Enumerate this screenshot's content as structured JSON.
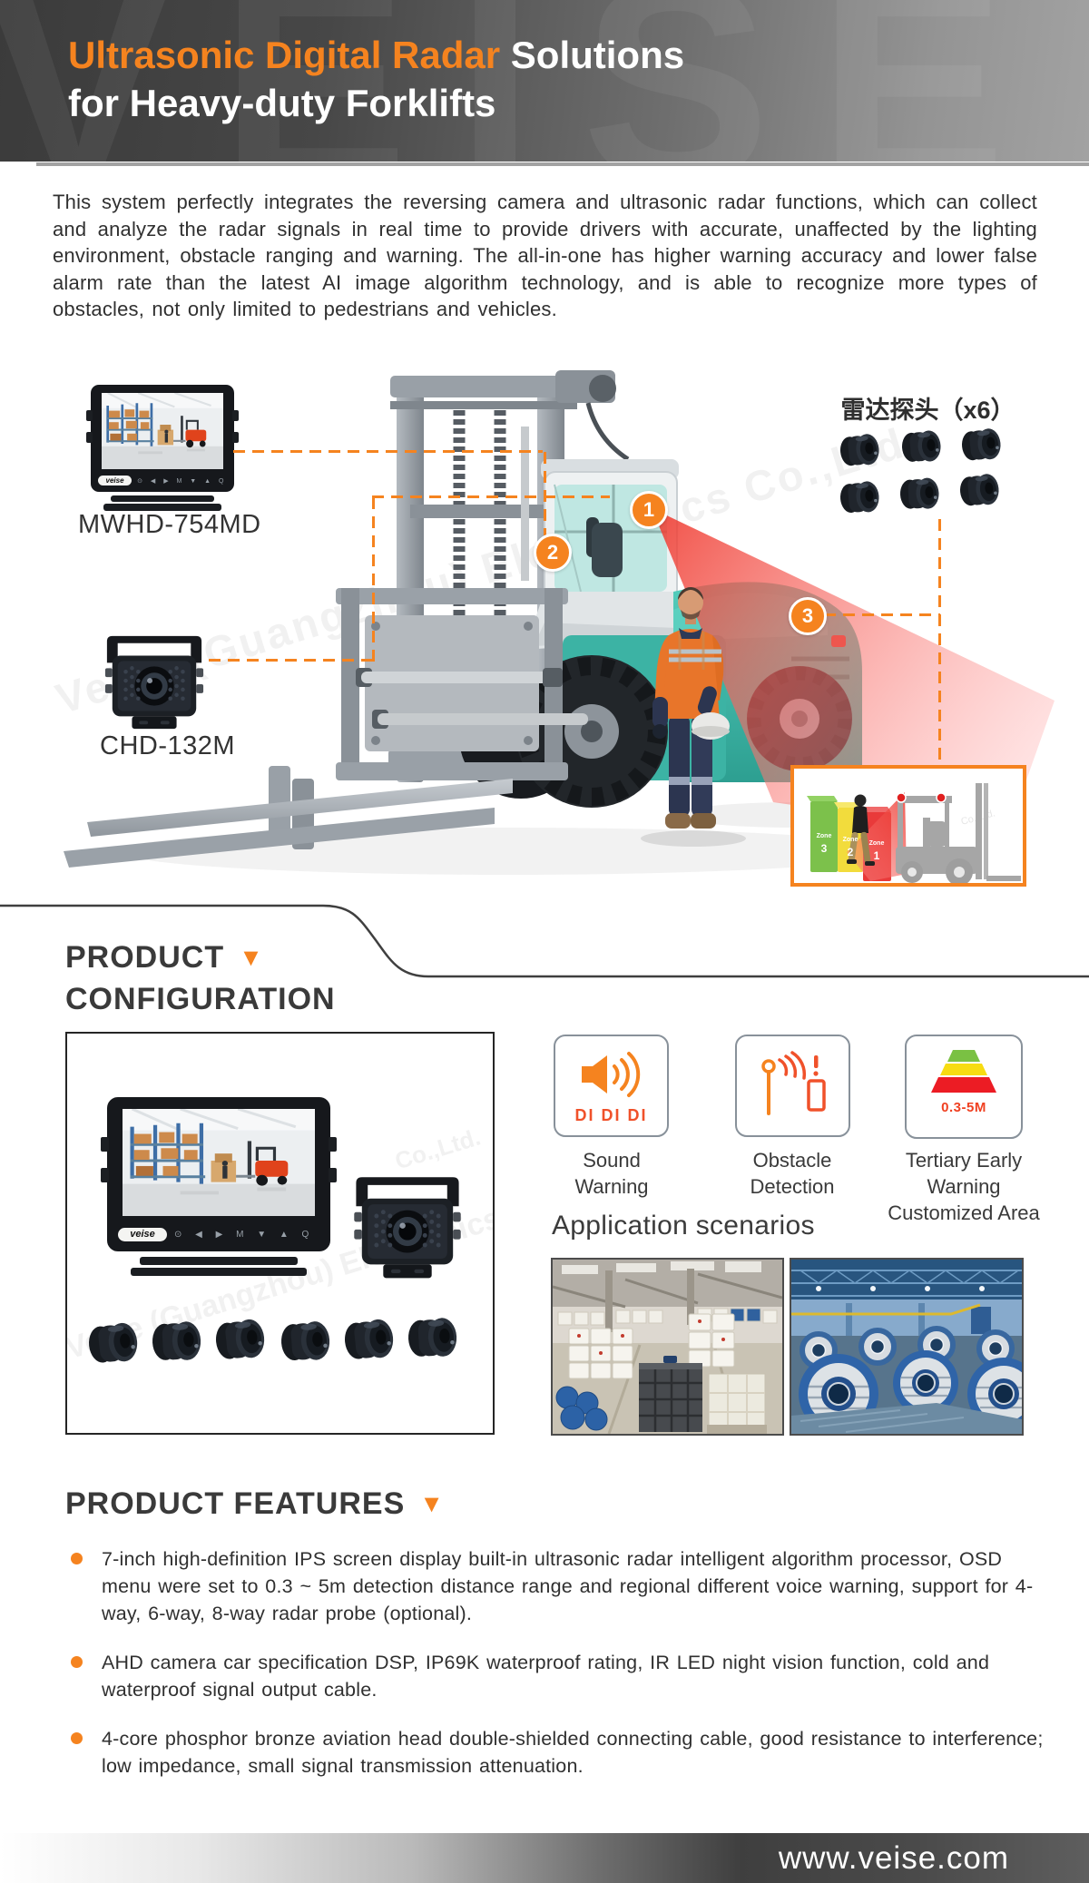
{
  "colors": {
    "accent": "#F5831F",
    "icon_red": "#F0512A",
    "forklift_teal": "#45C2B2",
    "zone_green": "#7CC14B",
    "zone_yellow": "#F2DC3C",
    "zone_red": "#E93A3A",
    "heading_text": "#3A3A3A"
  },
  "header": {
    "watermark": "VEISE",
    "title_accent": "Ultrasonic Digital Radar",
    "title_rest": " Solutions",
    "title_line2": "for Heavy-duty Forklifts"
  },
  "intro": {
    "text": "This system perfectly integrates the reversing camera and ultrasonic radar functions, which can collect and analyze the radar signals in real time to provide drivers with accurate, unaffected by the lighting environment, obstacle ranging and warning. The all-in-one has higher warning accuracy and lower false alarm rate than the latest AI image algorithm technology, and is able to recognize more types of obstacles, not only limited to pedestrians and vehicles."
  },
  "watermarks": {
    "company": "Veise (Guangzhou) Electronics Co.,Ltd.",
    "short": "Co.,Ltd."
  },
  "brand": {
    "name": "veise",
    "buttons": "⊙  ◀  ▶  M  ▼  ▲  Q"
  },
  "diagram": {
    "monitor_label": "MWHD-754MD",
    "camera_label": "CHD-132M",
    "radar_label": "雷达探头（x6）",
    "badges": [
      "1",
      "2",
      "3"
    ],
    "inset": {
      "zones": [
        {
          "word": "Zone",
          "num": "3"
        },
        {
          "word": "Zone",
          "num": "2"
        },
        {
          "word": "Zone",
          "num": "1"
        }
      ]
    }
  },
  "config": {
    "heading_line1": "PRODUCT",
    "heading_line2": "CONFIGURATION",
    "cards": [
      {
        "caption": "DI DI DI",
        "label": "Sound\nWarning"
      },
      {
        "caption": "",
        "label": "Obstacle\nDetection"
      },
      {
        "caption": "0.3-5M",
        "label": "Tertiary Early\nWarning\nCustomized Area"
      }
    ],
    "scenarios_title": "Application scenarios"
  },
  "features": {
    "heading": "PRODUCT FEATURES",
    "items": [
      "7-inch high-definition IPS screen display built-in ultrasonic radar intelligent algorithm processor, OSD menu were set to 0.3 ~ 5m detection distance range and regional different voice warning, support for 4-way, 6-way, 8-way radar probe (optional).",
      "AHD camera car specification DSP, IP69K waterproof rating, IR LED night vision function, cold and waterproof signal output cable.",
      "4-core phosphor bronze aviation head double-shielded connecting cable, good resistance to interference; low impedance, small signal transmission attenuation."
    ]
  },
  "footer": {
    "url": "www.veise.com"
  }
}
